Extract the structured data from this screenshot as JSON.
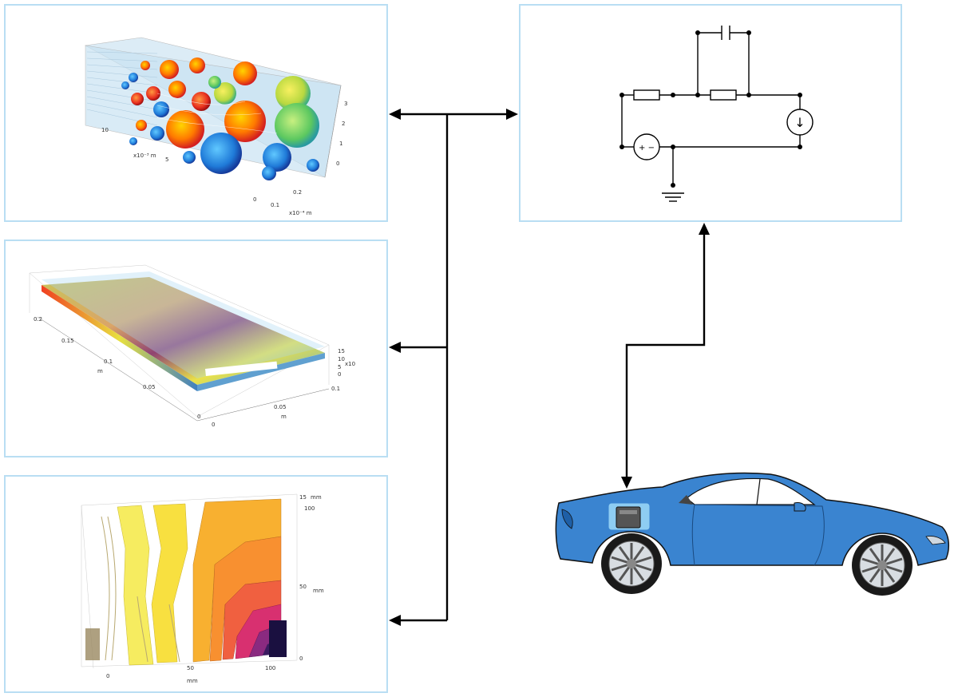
{
  "panels": {
    "particles": {
      "ticks": {
        "z1": "3",
        "z2": "2",
        "z3": "1",
        "z4": "0",
        "x1": "10",
        "x2": "5",
        "x3": "0",
        "xunit": "x10⁻³ m",
        "y1": "0",
        "y2": "0.1",
        "y3": "0.2",
        "yunit": "x10⁻⁴ m"
      }
    },
    "plate": {
      "ticks": {
        "a1": "0.2",
        "a2": "0.15",
        "a3": "0.1",
        "a4": "0.05",
        "a5": "0",
        "b1": "0",
        "b2": "0.05",
        "b3": "0.1",
        "c1": "15",
        "c2": "10",
        "c3": "5",
        "c4": "0",
        "cexp": "x10",
        "unit": "m"
      }
    },
    "slices": {
      "ticks": {
        "x0": "0",
        "x1": "50",
        "x2": "100",
        "xunit": "mm",
        "z0": "0",
        "z1": "50",
        "z2": "100",
        "zunit": "mm",
        "topunit": "15"
      }
    }
  },
  "circuit": {
    "voltage_source": "+  −",
    "current_source": "↓"
  },
  "colors": {
    "panel_border": "#b9def3",
    "arrow": "#000000",
    "car_body": "#3a84d0"
  }
}
